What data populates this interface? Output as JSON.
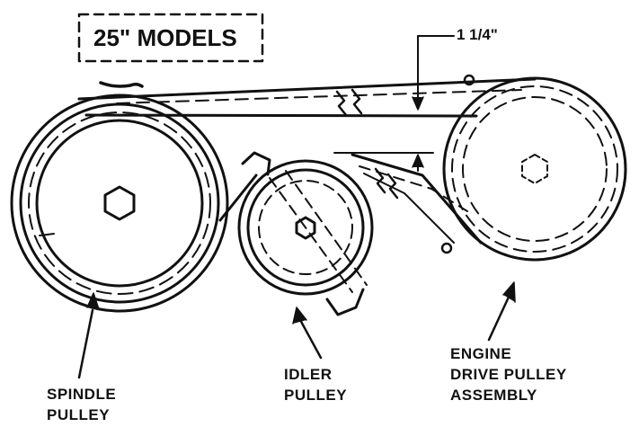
{
  "title": "25\" MODELS",
  "dimension": "1 1/4\"",
  "labels": {
    "spindle_pulley": [
      "SPINDLE",
      "PULLEY"
    ],
    "idler_pulley": [
      "IDLER",
      "PULLEY"
    ],
    "engine_drive_pulley": [
      "ENGINE",
      "DRIVE PULLEY",
      "ASSEMBLY"
    ]
  },
  "colors": {
    "ink": "#111111",
    "background": "#ffffff"
  }
}
